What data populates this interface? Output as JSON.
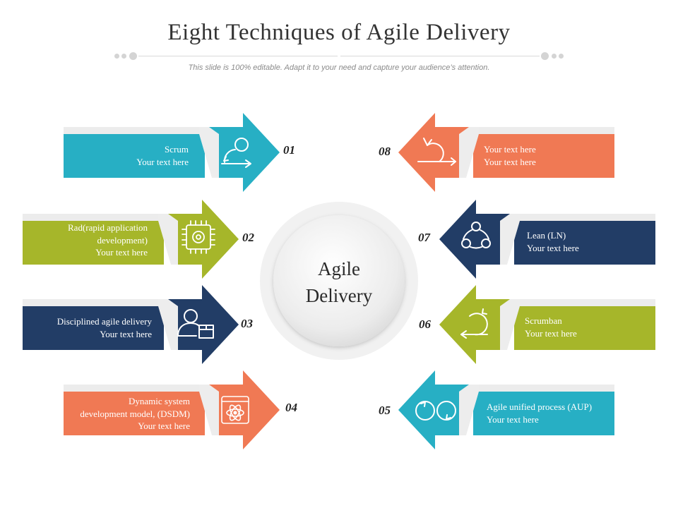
{
  "header": {
    "title": "Eight Techniques of Agile Delivery",
    "subtitle": "This slide is 100% editable. Adapt it to your need and capture your audience’s attention."
  },
  "center": {
    "line1": "Agile",
    "line2": "Delivery"
  },
  "colors": {
    "teal": "#27afc4",
    "olive": "#a6b62a",
    "navy": "#223d66",
    "orange": "#f07954"
  },
  "items": [
    {
      "number": "01",
      "line1": "Scrum",
      "line2": "Your text here",
      "icon": "cycle-person-icon"
    },
    {
      "number": "02",
      "line1": "Rad(rapid application",
      "line2": "development)",
      "line3": "Your text here",
      "icon": "chip-gear-icon"
    },
    {
      "number": "03",
      "line1": "Disciplined agile delivery",
      "line2": "Your text here",
      "icon": "user-box-icon"
    },
    {
      "number": "04",
      "line1": "Dynamic system",
      "line2": "development model, (DSDM)",
      "line3": "Your text here",
      "icon": "atom-icon"
    },
    {
      "number": "05",
      "line1": "Agile unified process (AUP)",
      "line2": "Your text here",
      "icon": "infinity-loop-icon"
    },
    {
      "number": "06",
      "line1": "Scrumban",
      "line2": "Your text here",
      "icon": "loop-arrow-icon"
    },
    {
      "number": "07",
      "line1": "Lean (LN)",
      "line2": "Your text here",
      "icon": "network-triangle-icon"
    },
    {
      "number": "08",
      "line1": "Your text here",
      "line2": "Your text here",
      "icon": "sprint-loop-icon"
    }
  ]
}
